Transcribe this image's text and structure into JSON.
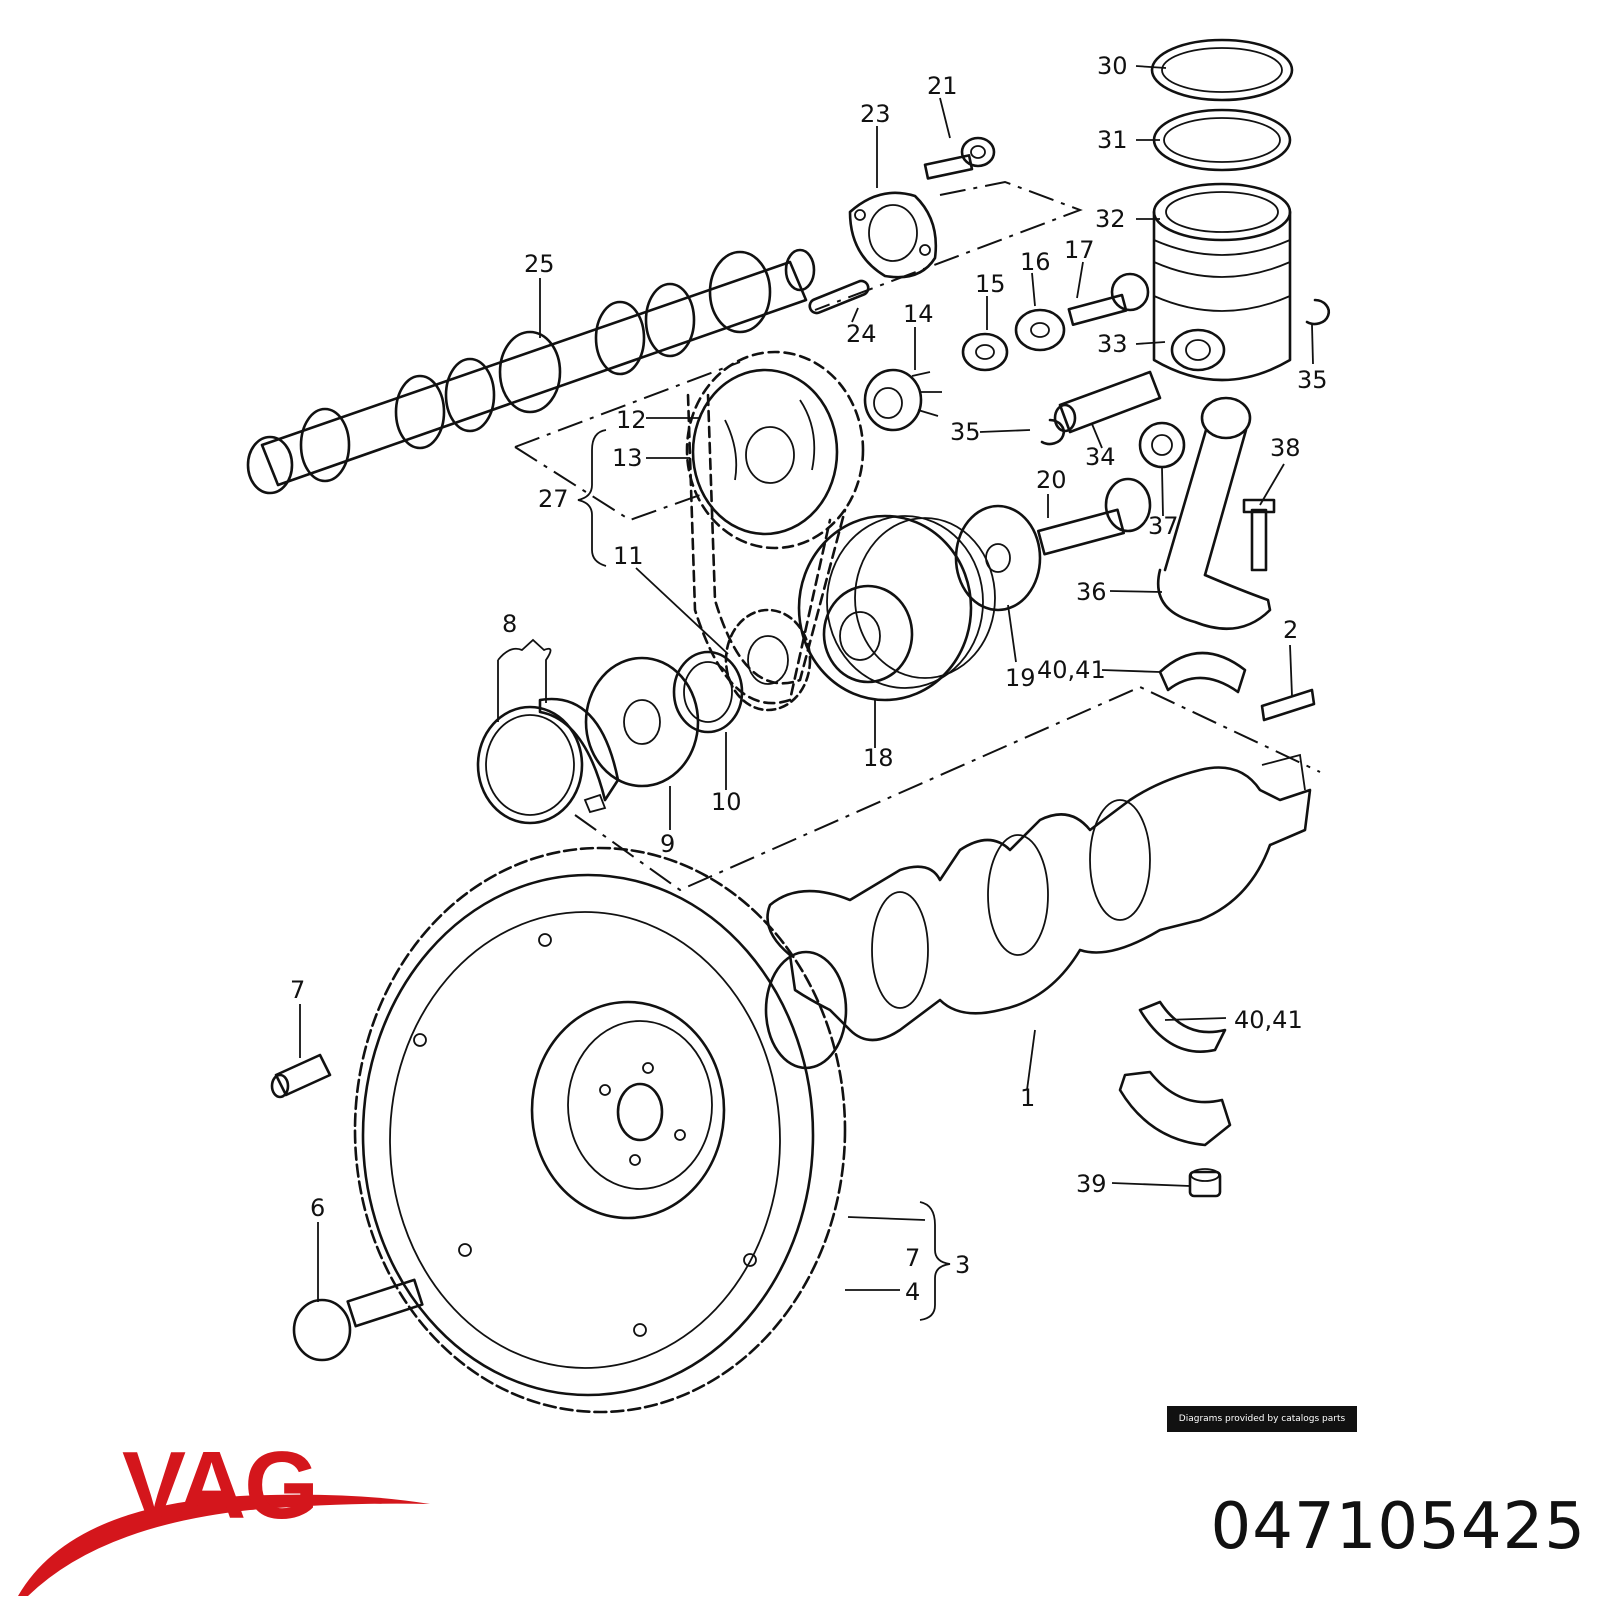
{
  "callouts": [
    {
      "label": "30"
    },
    {
      "label": "31"
    },
    {
      "label": "32"
    },
    {
      "label": "21"
    },
    {
      "label": "23"
    },
    {
      "label": "25"
    },
    {
      "label": "17"
    },
    {
      "label": "16"
    },
    {
      "label": "15"
    },
    {
      "label": "14"
    },
    {
      "label": "24"
    },
    {
      "label": "33"
    },
    {
      "label": "35"
    },
    {
      "label": "12"
    },
    {
      "label": "13"
    },
    {
      "label": "27"
    },
    {
      "label": "35"
    },
    {
      "label": "34"
    },
    {
      "label": "38"
    },
    {
      "label": "20"
    },
    {
      "label": "37"
    },
    {
      "label": "11"
    },
    {
      "label": "36"
    },
    {
      "label": "8"
    },
    {
      "label": "2"
    },
    {
      "label": "40,41"
    },
    {
      "label": "19"
    },
    {
      "label": "18"
    },
    {
      "label": "10"
    },
    {
      "label": "9"
    },
    {
      "label": "7"
    },
    {
      "label": "40,41"
    },
    {
      "label": "1"
    },
    {
      "label": "39"
    },
    {
      "label": "6"
    },
    {
      "label": "7"
    },
    {
      "label": "3"
    },
    {
      "label": "4"
    }
  ],
  "credit": "Diagrams provided by catalogs parts",
  "brand": {
    "name": "VAG",
    "color": "#d4161c"
  },
  "part_number": "047105425"
}
